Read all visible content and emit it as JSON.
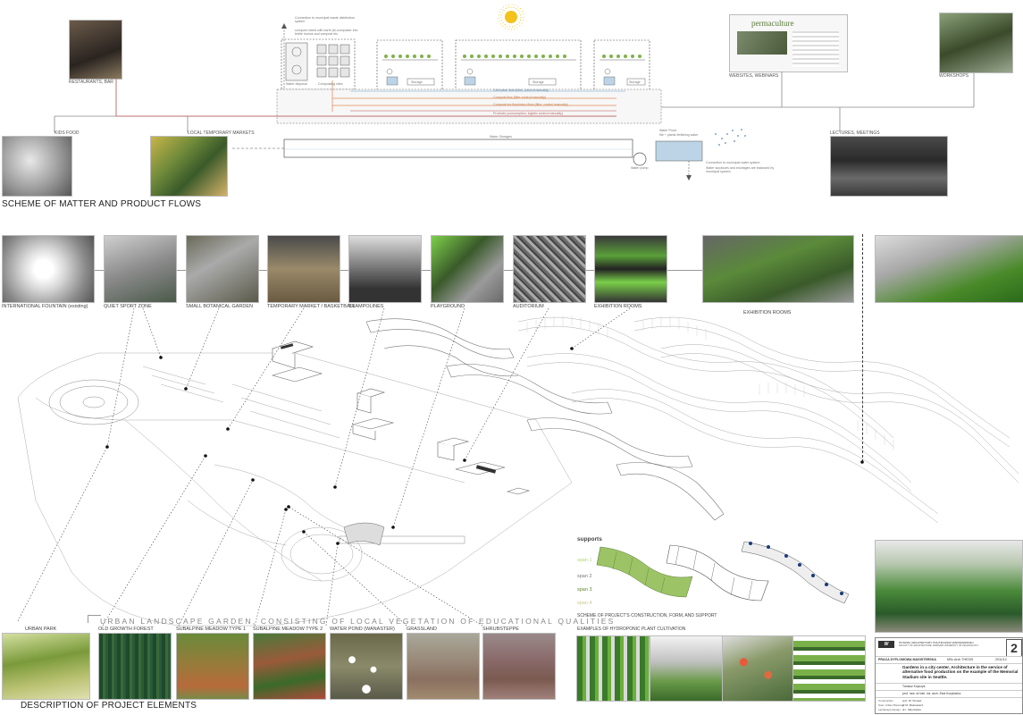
{
  "sections": {
    "flows_title": "SCHEME OF MATTER AND PRODUCT FLOWS",
    "description_title": "DESCRIPTION OF PROJECT ELEMENTS",
    "landscape_banner": "URBAN LANDSCAPE GARDEN, CONSISTING OF LOCAL VEGETATION OF EDUCATIONAL QUALITIES"
  },
  "flow_scheme": {
    "photo_labels": {
      "restaurant": "RESTAURANTS, BAR",
      "kids_food": "KIDS FOOD",
      "market": "LOCAL TEMPORARY MARKETS",
      "website": "WEBSITES, WEBINARS",
      "workshops": "WORKSHOPS",
      "lectures": "LECTURES, MEETINGS"
    },
    "website_brand": "permaculture",
    "notes": {
      "municipal_waste": "Connection to municipal waste distribution system",
      "compost": "compost mixed with earth (bi-composter into fertile humus and compost etc.",
      "water_disposal": "Water disposal",
      "composting_sites": "Composting sites",
      "storage": "Storage",
      "water_storage": "Water Storages",
      "water_pond": "Water Pond",
      "water_pond_sub": "filtr + plants fertilizing water",
      "water_pump": "Water pump",
      "municipal_water": "Connection to municipal water system",
      "municipal_water_sub": "Water surpluses and shortages are balanced by municipal system",
      "flow1": "Grid water flow (filter, control manually)",
      "flow2": "Compost flow (filter control manually)",
      "flow3": "Compost tea flow/micro flora (filter, control manually)",
      "flow4": "Products (consumption, logistic control manually)"
    }
  },
  "zones": [
    {
      "label": "INTERNATIONAL FOUNTAIN (existing)"
    },
    {
      "label": "QUIET SPORT ZONE"
    },
    {
      "label": "SMALL BOTANICAL GARDEN"
    },
    {
      "label": "TEMPORARY MARKET / BASKETBALL"
    },
    {
      "label": "TRAMPOLINES"
    },
    {
      "label": "PLAYGROUND"
    },
    {
      "label": "AUDITORIUM"
    },
    {
      "label": "EXHIBITION ROOMS"
    }
  ],
  "exhibition_label": "EXHIBITION ROOMS",
  "supports": {
    "title": "supports",
    "spans": [
      "span 1",
      "span 2",
      "span 3",
      "span 4"
    ],
    "caption": "SCHEME OF PROJECT'S CONSTRUCTION, FORM, AND SUPPORT"
  },
  "vegetation": [
    {
      "label": "URBAN PARK"
    },
    {
      "label": "OLD GROWTH FOREST"
    },
    {
      "label": "SUBALPINE MEADOW TYPE 1"
    },
    {
      "label": "SUBALPINE MEADOW TYPE 2"
    },
    {
      "label": "WATER POND (WANASTER)"
    },
    {
      "label": "GRASSLAND"
    },
    {
      "label": "SHRUBSTEPPE"
    }
  ],
  "hydroponic_caption": "EXAMPLES OF HYDROPONIC PLANT CULTIVATION",
  "title_block": {
    "university": "WYDZIAŁ ARCHITEKTURY POLITECHNIKI WARSZAWSKIEJ",
    "university_en": "FACULTY OF ARCHITECTURE, WARSAW UNIVERSITY OF TECHNOLOGY",
    "sheet_number": "2",
    "thesis_line": "PRACA DYPLOMOWA MAGISTERSKA",
    "thesis_type": "MSc Arch THESIS",
    "year": "2011/12",
    "title": "Gardens in a city center. Architecture in the service of alternative food production on the example of the Memorial Stadium site in Seattle.",
    "author": "Tomasz Kupczyk",
    "promoter": "prof. nzw. dr hab. inż. arch. Ewa Kuryłowicz",
    "consultants": [
      {
        "role": "Construction",
        "name": "prof. W. Tomasz"
      },
      {
        "role": "Sust. Urban Planning",
        "name": "dr M. Matusewicz"
      },
      {
        "role": "Landscape Design",
        "name": "dr I. Sikorzacka"
      }
    ]
  },
  "colors": {
    "sun": "#f3c21b",
    "water_pipe": "#bcd4e6",
    "compost_pipe": "#e8a67d",
    "product_pipe": "#c98c8c",
    "leaf_green": "#7fb24a"
  }
}
